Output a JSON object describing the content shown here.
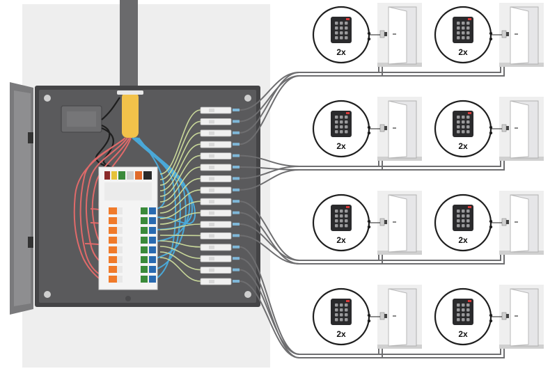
{
  "colors": {
    "wall_panel": "#eeeeee",
    "enclosure": "#5a5a5c",
    "enclosure_border": "#444446",
    "door_panel": "#7a7a7c",
    "conduit": "#6a6a6c",
    "cable_bundle": "#f2c24a",
    "wire_red": "#e06a6a",
    "wire_blue": "#4aa8d8",
    "wire_green": "#c9d89a",
    "cable_gray": "#6e6e70",
    "terminal_orange": "#f07a2a",
    "terminal_green": "#3a8a3a",
    "terminal_blue": "#2a6ab0",
    "reader_body": "#2a2a2c",
    "reader_led": "#d83a3a",
    "door_frame": "#e6e6e8"
  },
  "icons": {
    "reader": "keypad-card-reader-icon",
    "door": "door-icon",
    "enclosure": "control-panel-enclosure-icon"
  },
  "doors": [
    {
      "id": "door-1",
      "quantity_label": "2x"
    },
    {
      "id": "door-2",
      "quantity_label": "2x"
    },
    {
      "id": "door-3",
      "quantity_label": "2x"
    },
    {
      "id": "door-4",
      "quantity_label": "2x"
    },
    {
      "id": "door-5",
      "quantity_label": "2x"
    },
    {
      "id": "door-6",
      "quantity_label": "2x"
    },
    {
      "id": "door-7",
      "quantity_label": "2x"
    },
    {
      "id": "door-8",
      "quantity_label": "2x"
    }
  ]
}
